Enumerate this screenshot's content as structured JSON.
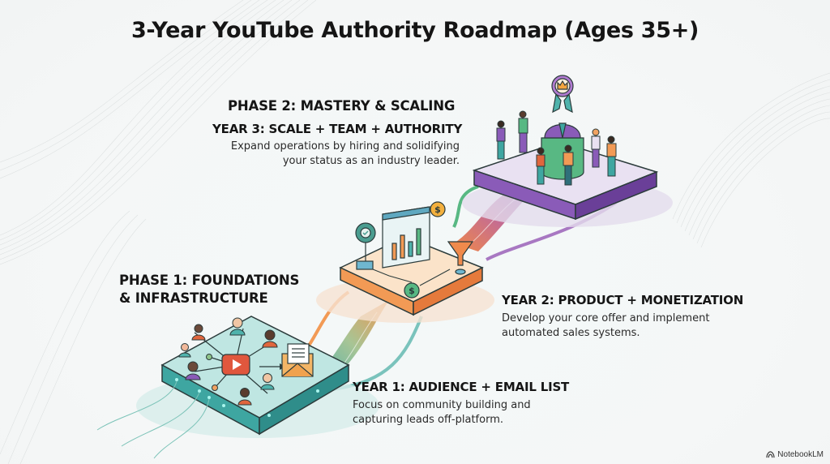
{
  "title": "3-Year YouTube Authority Roadmap (Ages 35+)",
  "phase2": {
    "heading": "PHASE 2: MASTERY & SCALING",
    "year3": {
      "heading": "YEAR 3: SCALE + TEAM + AUTHORITY",
      "desc_line1": "Expand operations by hiring and solidifying",
      "desc_line2": "your status as an industry leader."
    }
  },
  "phase1": {
    "heading_line1": "PHASE 1: FOUNDATIONS",
    "heading_line2": "& INFRASTRUCTURE"
  },
  "year2": {
    "heading": "YEAR 2: PRODUCT + MONETIZATION",
    "desc_line1": "Develop your core offer and implement",
    "desc_line2": "automated sales systems."
  },
  "year1": {
    "heading": "YEAR 1: AUDIENCE + EMAIL LIST",
    "desc_line1": "Focus on community building and",
    "desc_line2": "capturing leads off-platform."
  },
  "watermark": {
    "icon": "notebooklm-logo-icon",
    "label": "NotebookLM"
  },
  "illustrations": {
    "year1_platform": [
      "youtube-play-icon",
      "audience-avatar-icons",
      "email-envelope-icon"
    ],
    "year2_platform": [
      "analytics-dashboard-icon",
      "gear-check-icon",
      "dollar-coin-icon",
      "sales-funnel-icon"
    ],
    "year3_platform": [
      "award-crown-badge-icon",
      "leader-figure",
      "team-people-figures"
    ]
  },
  "colors": {
    "year1_teal": "#4fb3ac",
    "year2_orange": "#f0a262",
    "year3_purple": "#8a5bb8",
    "youtube_red": "#e0573d",
    "text": "#151515",
    "background": "#f4f7f7"
  }
}
